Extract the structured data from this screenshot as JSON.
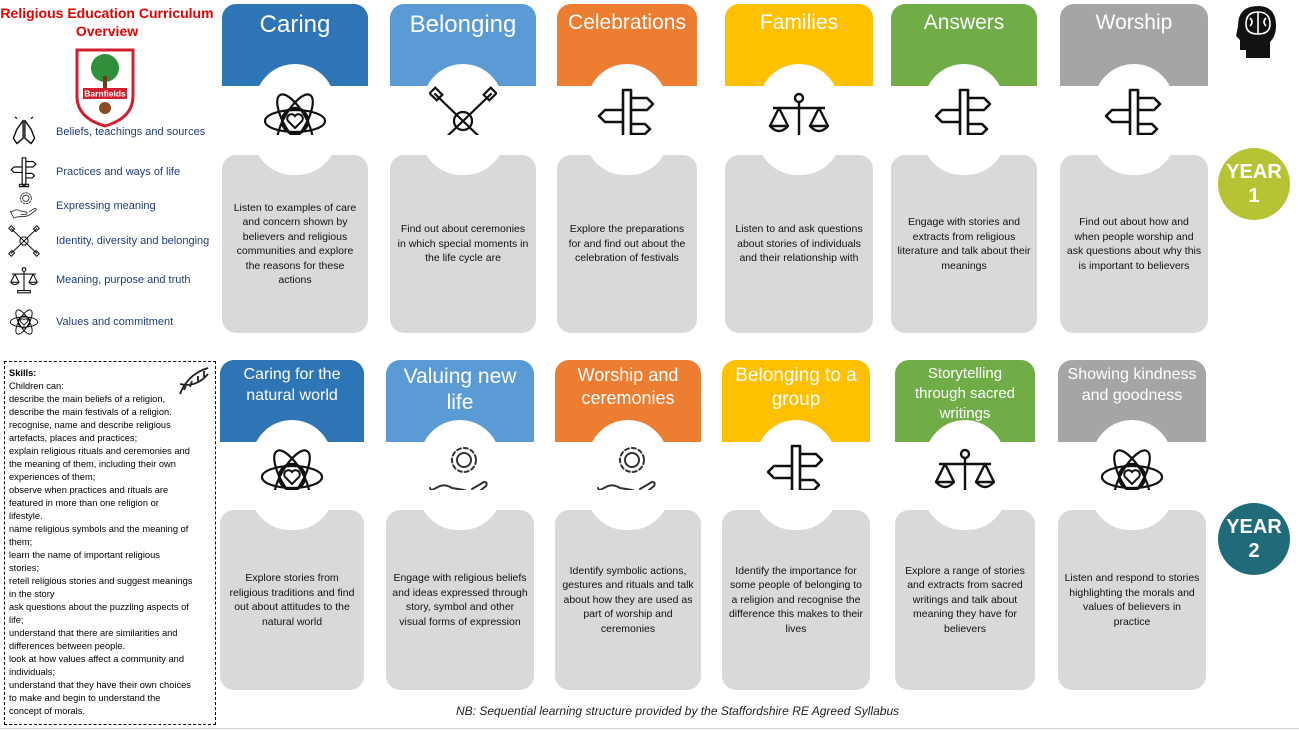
{
  "title": {
    "line1": "Religious Education Curriculum",
    "line2": "Overview"
  },
  "logo": {
    "text": "Barnfields"
  },
  "legend": [
    {
      "icon": "praying-hands-icon",
      "label": "Beliefs, teachings and sources"
    },
    {
      "icon": "signpost-icon",
      "label": "Practices and ways of life"
    },
    {
      "icon": "hand-gear-icon",
      "label": "Expressing meaning"
    },
    {
      "icon": "joined-hands-icon",
      "label": "Identity, diversity and belonging"
    },
    {
      "icon": "scales-icon",
      "label": "Meaning, purpose and truth"
    },
    {
      "icon": "heart-atom-icon",
      "label": "Values and commitment"
    }
  ],
  "skills": {
    "title": "Skills:",
    "lines": [
      "Children can:",
      "describe the main beliefs of a religion,",
      "describe the main festivals of a religion.",
      "recognise, name and describe religious",
      "artefacts, places and practices;",
      "explain religious rituals and ceremonies and",
      "the meaning of them, including their own",
      "experiences of them;",
      "observe when practices and rituals are",
      "featured in more than one religion or",
      "lifestyle.",
      "name religious symbols and the meaning of",
      "them;",
      "learn the name of important religious",
      "stories;",
      "retell religious stories and suggest meanings",
      "in the story",
      "ask questions about the puzzling aspects of",
      "life;",
      "understand that there are similarities and",
      "differences between people.",
      "look at how values affect a community and",
      "individuals;",
      "understand that they have their own choices",
      "to make and begin to understand the",
      "concept of morals."
    ]
  },
  "colors": {
    "blue": "#2e75b6",
    "light_blue": "#5b9bd5",
    "orange": "#ed7d31",
    "gold": "#ffc000",
    "green": "#70ad47",
    "grey": "#a5a5a5",
    "year1": "#b5c334",
    "year2": "#1f6b7a"
  },
  "year1": {
    "badge": {
      "line1": "YEAR",
      "line2": "1"
    },
    "cards": [
      {
        "title": "Caring",
        "icon": "heart-atom-icon",
        "text": "Listen to examples of care and concern shown by believers and religious communities and explore the reasons for these actions"
      },
      {
        "title": "Belonging",
        "icon": "joined-hands-icon",
        "text": "Find out about ceremonies in which special moments in the life cycle are"
      },
      {
        "title": "Celebrations",
        "icon": "signpost-icon",
        "text": "Explore the preparations for and find out about the celebration of festivals"
      },
      {
        "title": "Families",
        "icon": "scales-icon",
        "text": "Listen to and ask questions about stories of individuals and their relationship with"
      },
      {
        "title": "Answers",
        "icon": "signpost-icon",
        "text": "Engage with stories and extracts from religious literature and talk about their meanings"
      },
      {
        "title": "Worship",
        "icon": "signpost-icon",
        "text": "Find out about how and when people worship and ask questions about why this is important to believers"
      }
    ]
  },
  "year2": {
    "badge": {
      "line1": "YEAR",
      "line2": "2"
    },
    "cards": [
      {
        "title": "Caring for the natural world",
        "icon": "heart-atom-icon",
        "text": "Explore stories from religious traditions and find out about attitudes to the natural world"
      },
      {
        "title": "Valuing new life",
        "icon": "hand-gear-icon",
        "text": "Engage with religious beliefs and ideas expressed through story, symbol and other visual forms of expression"
      },
      {
        "title": "Worship and ceremonies",
        "icon": "hand-gear-icon",
        "text": "Identify symbolic actions, gestures and rituals and talk about how they are used as part of worship and ceremonies"
      },
      {
        "title": "Belonging to a group",
        "icon": "signpost-icon",
        "text": "Identify the importance for some people of belonging to a religion and recognise the difference this makes to their lives"
      },
      {
        "title": "Storytelling through sacred writings",
        "icon": "scales-icon",
        "text": "Explore a range of stories and extracts from sacred writings and talk about meaning they have for believers"
      },
      {
        "title": "Showing kindness and goodness",
        "icon": "heart-atom-icon",
        "text": "Listen and respond to stories highlighting the morals and values of believers in practice"
      }
    ]
  },
  "footnote": "NB: Sequential learning structure provided by the Staffordshire RE Agreed Syllabus"
}
